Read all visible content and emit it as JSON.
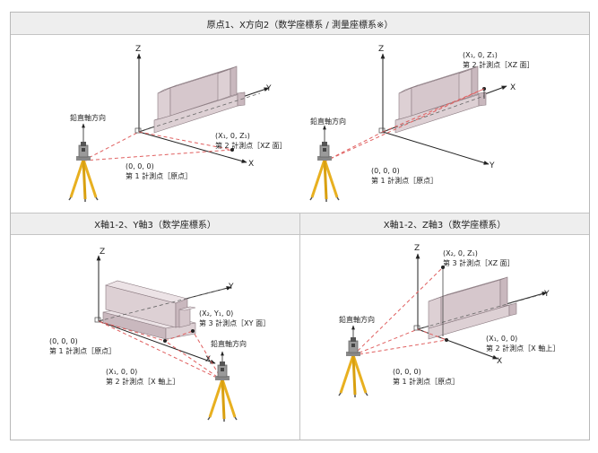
{
  "panels": {
    "top": {
      "title": "原点1、X方向2（数学座標系 / 測量座標系※）"
    },
    "bottom_left": {
      "title": "X軸1-2、Y軸3（数学座標系）"
    },
    "bottom_right": {
      "title": "X軸1-2、Z軸3（数学座標系）"
    }
  },
  "labels": {
    "z": "Z",
    "y": "Y",
    "x": "X",
    "plumb": "鉛直軸方向",
    "origin_coord": "(0, 0, 0)",
    "point1": "第 1 計測点［原点］",
    "xz_coord": "(X₁, 0, Z₁)",
    "point2_xz": "第 2 計測点［XZ 面］",
    "x_axis_coord": "(X₁, 0, 0)",
    "point2_x": "第 2 計測点［X 軸上］",
    "xy_coord": "(X₂, Y₁, 0)",
    "point3_xy": "第 3 計測点［XY 面］",
    "xz3_coord": "(X₂, 0, Z₁)",
    "point3_xz": "第 3 計測点［XZ 面］"
  },
  "colors": {
    "block_face": "#ddd0d4",
    "block_top": "#ece3e6",
    "block_side": "#c9b8be",
    "dash": "#e06060",
    "tripod_leg": "#e8b020",
    "instrument": "#777777"
  }
}
